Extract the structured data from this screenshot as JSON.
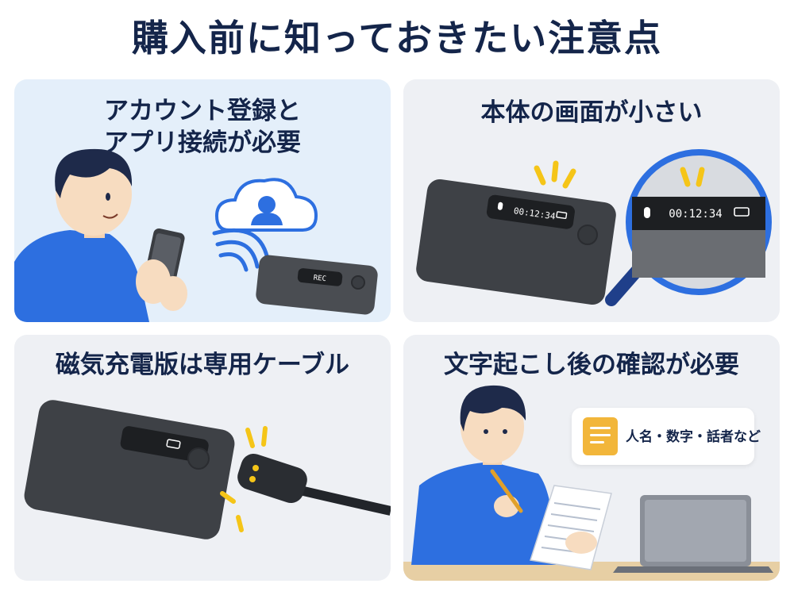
{
  "title": "購入前に知っておきたい注意点",
  "panels": {
    "account": {
      "title_line1": "アカウント登録と",
      "title_line2": "アプリ接続が必要",
      "device_label": "REC",
      "icons": [
        "person-icon",
        "cloud-icon",
        "wifi-icon",
        "smartphone-icon"
      ]
    },
    "screen": {
      "title": "本体の画面が小さい",
      "time": "00:12:34",
      "zoom_time": "00:12:34",
      "icons": [
        "mic-icon",
        "battery-icon",
        "magnifier-icon"
      ]
    },
    "cable": {
      "title": "磁気充電版は専用ケーブル",
      "icons": [
        "battery-icon",
        "magnetic-cable-icon"
      ]
    },
    "transcript": {
      "title": "文字起こし後の確認が必要",
      "note": "人名・数字・話者など",
      "icons": [
        "document-icon",
        "laptop-icon",
        "pen-icon"
      ]
    }
  },
  "colors": {
    "navy": "#14254a",
    "accent_blue": "#2d6fe0",
    "spark_yellow": "#f5c518",
    "device_gray": "#4a4d52",
    "panel_blue": "#e4effa",
    "panel_gray": "#eef0f4"
  }
}
